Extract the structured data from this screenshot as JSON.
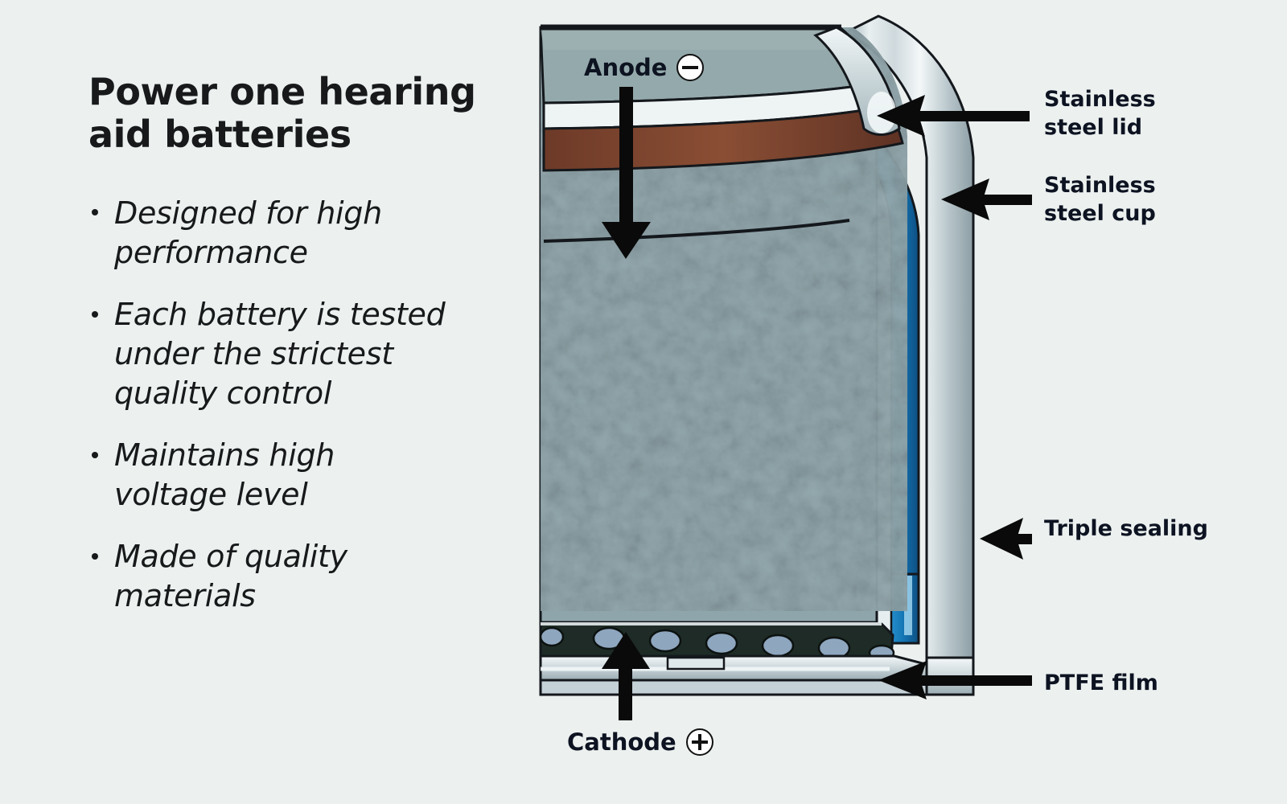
{
  "background_color": "#ecf1f0",
  "panel": {
    "title": "Power one hearing aid batteries",
    "bullets": [
      "Designed for high performance",
      "Each battery is tested under the strictest quality control",
      "Maintains high voltage level",
      "Made of quality materials"
    ]
  },
  "diagram": {
    "kind": "battery-cross-section",
    "callouts": [
      {
        "id": "stainless-steel-lid",
        "label": "Stainless\nsteel lid"
      },
      {
        "id": "stainless-steel-cup",
        "label": "Stainless\nsteel cup"
      },
      {
        "id": "triple-sealing",
        "label": "Triple sealing"
      },
      {
        "id": "ptfe-film",
        "label": "PTFE film"
      }
    ],
    "inline_labels": [
      {
        "id": "anode",
        "label": "Anode",
        "sign": "minus"
      },
      {
        "id": "cathode",
        "label": "Cathode",
        "sign": "plus"
      }
    ],
    "colors": {
      "lid_face": "#94a9ab",
      "separator_white": "#eef4f4",
      "brown_layer": "#7a4530",
      "anode_mass": "#8ea5ab",
      "steel_shine": "#dfe7e9",
      "gasket_blue": "#1b78b8",
      "gasket_blue_light": "#3aa0dc",
      "cathode_plate": "#1e2b26",
      "perforation": "#8fa6bf",
      "outline": "#14181c",
      "arrow": "#0a0a0a",
      "label_text": "#0d1321"
    }
  }
}
